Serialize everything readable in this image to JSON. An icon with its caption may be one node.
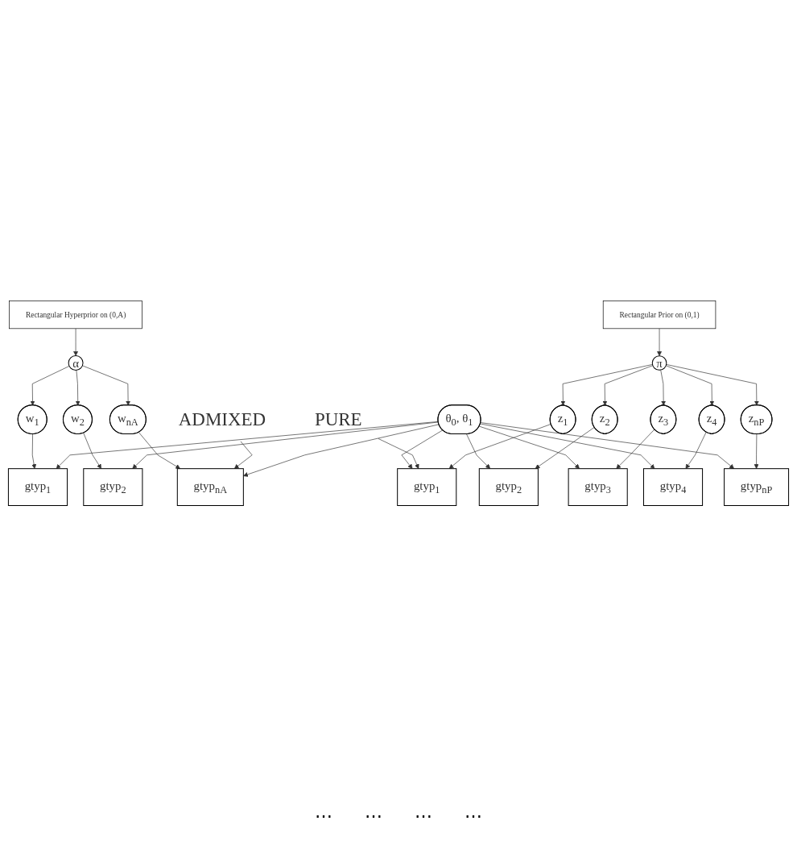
{
  "diagram": {
    "nodes": [
      {
        "text": [
          "α"
        ]
      },
      {
        "text": [
          "Rectangular Hyperprior on (0,A)"
        ]
      },
      {
        "text": [
          "w$_{1}$"
        ]
      },
      {
        "text": [
          "w$_{2}$"
        ]
      },
      {
        "text": [
          "w$_{nA}$"
        ]
      },
      {
        "text": [
          "gtyp$_{1}$"
        ]
      },
      {
        "text": [
          "gtyp$_{2}$"
        ]
      },
      {
        "text": [
          "gtyp$_{nA}$"
        ]
      },
      {
        "text": [
          "ADMIXED"
        ]
      },
      {
        "text": [
          "θ$_{0}$, θ$_{1}$"
        ]
      },
      {
        "text": [
          "PURE"
        ]
      },
      {
        "text": [
          "gtyp$_{1}$"
        ]
      },
      {
        "text": [
          "gtyp$_{2}$"
        ]
      },
      {
        "text": [
          "gtyp$_{3}$"
        ]
      },
      {
        "text": [
          "gtyp$_{4}$"
        ]
      },
      {
        "text": [
          "gtyp$_{nP}$"
        ]
      },
      {
        "text": [
          "z$_{1}$"
        ]
      },
      {
        "text": [
          "z$_{2}$"
        ]
      },
      {
        "text": [
          "z$_{3}$"
        ]
      },
      {
        "text": [
          "z$_{4}$"
        ]
      },
      {
        "text": [
          "z$_{nP}$"
        ]
      },
      {
        "text": [
          "π"
        ]
      },
      {
        "text": [
          "Rectangular Prior on (0,1)"
        ]
      }
    ],
    "edges": [
      {
        "from": 1,
        "to": 0,
        "arrow": "to"
      },
      {
        "from": 0,
        "to": 2,
        "arrow": "to"
      },
      {
        "from": 0,
        "to": 3,
        "arrow": "to"
      },
      {
        "from": 0,
        "to": 4,
        "arrow": "to"
      },
      {
        "from": 2,
        "to": 5,
        "arrow": "to"
      },
      {
        "from": 3,
        "to": 6,
        "arrow": "to"
      },
      {
        "from": 4,
        "to": 7,
        "arrow": "to"
      },
      {
        "from": 8,
        "to": 7,
        "arrow": "to"
      },
      {
        "from": 9,
        "to": 5,
        "arrow": "to"
      },
      {
        "from": 9,
        "to": 6,
        "arrow": "to"
      },
      {
        "from": 9,
        "to": 7,
        "arrow": "to"
      },
      {
        "from": 9,
        "to": 11,
        "arrow": "to"
      },
      {
        "from": 9,
        "to": 12,
        "arrow": "to"
      },
      {
        "from": 9,
        "to": 13,
        "arrow": "to"
      },
      {
        "from": 9,
        "to": 14,
        "arrow": "to"
      },
      {
        "from": 9,
        "to": 15,
        "arrow": "to"
      },
      {
        "from": 10,
        "to": 11,
        "arrow": "to"
      },
      {
        "from": 16,
        "to": 11,
        "arrow": "to"
      },
      {
        "from": 17,
        "to": 12,
        "arrow": "to"
      },
      {
        "from": 18,
        "to": 13,
        "arrow": "to"
      },
      {
        "from": 19,
        "to": 14,
        "arrow": "to"
      },
      {
        "from": 20,
        "to": 15,
        "arrow": "to"
      },
      {
        "from": 21,
        "to": 16,
        "arrow": "to"
      },
      {
        "from": 21,
        "to": 17,
        "arrow": "to"
      },
      {
        "from": 21,
        "to": 18,
        "arrow": "to"
      },
      {
        "from": 21,
        "to": 19,
        "arrow": "to"
      },
      {
        "from": 21,
        "to": 20,
        "arrow": "to"
      },
      {
        "from": 22,
        "to": 21,
        "arrow": "to"
      }
    ],
    "labels": [
      "⋯",
      "⋯",
      "⋯",
      "⋯"
    ]
  }
}
